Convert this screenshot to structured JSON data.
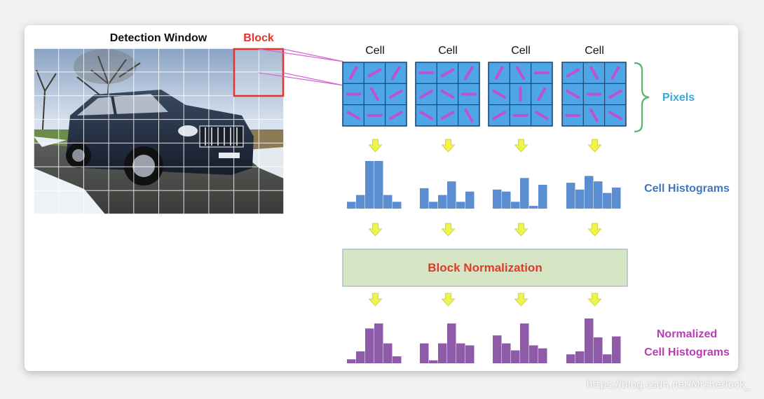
{
  "labels": {
    "detection_window": "Detection Window",
    "block": "Block",
    "cell": "Cell",
    "pixels": "Pixels",
    "cell_histograms": "Cell Histograms",
    "block_normalization": "Block Normalization",
    "normalized_line1": "Normalized",
    "normalized_line2": "Cell Histograms"
  },
  "watermark": "https://blog.csdn.net/Mrsherlock_",
  "colors": {
    "cell_fill": "#4ea6e6",
    "orientation_line": "#c04fd8",
    "hist_bar": "#5b8ed0",
    "norm_bar": "#8d5ba7",
    "arrow": "#eef44a",
    "block_box": "#e8322c",
    "pixels_text": "#35a8de",
    "cell_hist_text": "#3f76bf",
    "norm_text": "#b73cb6",
    "norm_box_fill": "#d6e6c4",
    "block_norm_text": "#e03a2a"
  },
  "cells": [
    {
      "orientations": [
        60,
        30,
        60,
        0,
        300,
        30,
        330,
        0,
        30
      ]
    },
    {
      "orientations": [
        0,
        30,
        60,
        30,
        330,
        0,
        330,
        30,
        300
      ]
    },
    {
      "orientations": [
        60,
        300,
        0,
        330,
        90,
        60,
        30,
        0,
        330
      ]
    },
    {
      "orientations": [
        30,
        300,
        60,
        330,
        0,
        30,
        0,
        300,
        330
      ]
    }
  ],
  "cell_histograms": [
    [
      1,
      2,
      7,
      7,
      2,
      1
    ],
    [
      3,
      1,
      2,
      4,
      1,
      2.5
    ],
    [
      2.8,
      2.5,
      1,
      4.5,
      0.4,
      3.5
    ],
    [
      3.8,
      2.8,
      4.8,
      4,
      2.3,
      3.1
    ]
  ],
  "normalized_histograms": [
    [
      0.4,
      1.2,
      3.5,
      4,
      2,
      0.7
    ],
    [
      2,
      0.3,
      2,
      4,
      2,
      1.8
    ],
    [
      2.8,
      2,
      1.3,
      4,
      1.8,
      1.5
    ],
    [
      0.9,
      1.2,
      4.5,
      2.6,
      0.9,
      2.7
    ]
  ]
}
